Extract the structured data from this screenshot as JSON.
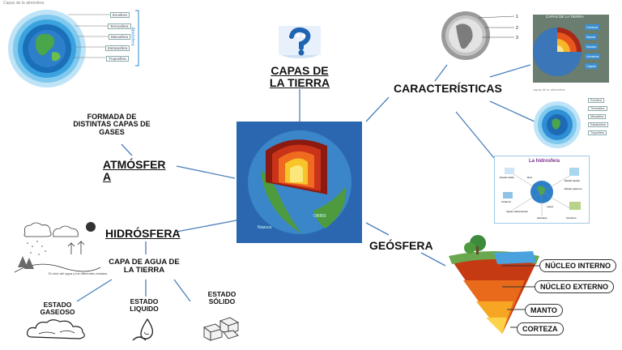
{
  "atmosphere_caption": "Capas de la atmósfera",
  "atmosphere_layers": [
    "Exosfera",
    "Termosfera",
    "Mesosfera",
    "Estratosfera",
    "Troposfera"
  ],
  "atmosphere_side_label": "Atmósfera",
  "center": {
    "title_line1": "CAPAS DE",
    "title_line2": "LA TIERRA",
    "globe_text1": "Nopuca",
    "globe_text2": "ORBIS"
  },
  "atmosfera": {
    "label_line1": "ATMÓSFER",
    "label_line2": "A",
    "desc_line1": "FORMADA DE",
    "desc_line2": "DISTINTAS CAPAS DE",
    "desc_line3": "GASES"
  },
  "hidrosfera": {
    "label": "HIDRÓSFERA",
    "desc_line1": "CAPA DE AGUA DE",
    "desc_line2": "LA TIERRA"
  },
  "states": [
    {
      "line1": "ESTADO",
      "line2": "GASEOSO"
    },
    {
      "line1": "ESTADO",
      "line2": "LIQUIDO"
    },
    {
      "line1": "ESTADO",
      "line2": "SÓLIDO"
    }
  ],
  "caracteristicas": {
    "label": "CARACTERÍSTICAS",
    "sphere_marks": [
      "1",
      "2",
      "3"
    ],
    "panel_title": "CAPAS DE LA TIERRA",
    "panel_tags": [
      "Corteza",
      "Manto",
      "Núcleo",
      "Litosfera",
      "Capas"
    ]
  },
  "small_atmo_caption": "capas de la atmósfera",
  "small_atmo_layers": [
    "Exosfera",
    "Termosfera",
    "Mesosfera",
    "Estratosfera",
    "Troposfera"
  ],
  "hidro_card": {
    "title": "La hidrosfera",
    "tags": [
      "Estado sólido",
      "Estado líquido",
      "Estado gaseoso",
      "Océanos",
      "Ríos",
      "Lagos",
      "Aguas subterráneas",
      "Glaciares",
      "Acuíferos"
    ]
  },
  "geosfera": {
    "label": "GEÓSFERA",
    "layers": [
      "NÚCLEO INTERNO",
      "NÚCLEO EXTERNO",
      "MANTO",
      "CORTEZA"
    ]
  },
  "watercycle_caption": "El ciclo del agua y los diferentes estados"
}
